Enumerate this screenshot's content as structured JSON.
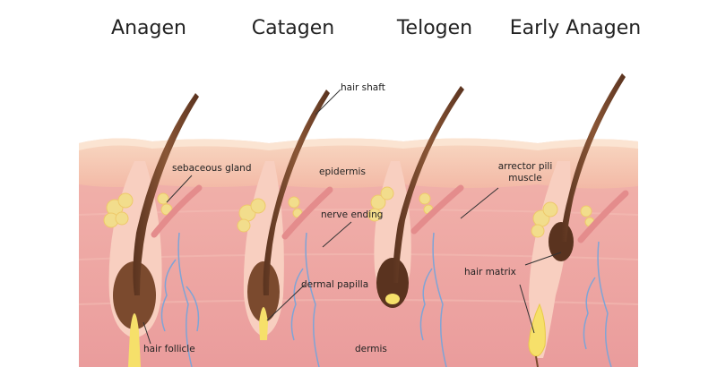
{
  "stages": [
    {
      "title": "Anagen"
    },
    {
      "title": "Catagen"
    },
    {
      "title": "Telogen"
    },
    {
      "title": "Early Anagen"
    }
  ],
  "labels": {
    "hair_shaft": "hair shaft",
    "sebaceous_gland": "sebaceous gland",
    "epidermis": "epidermis",
    "arrector_pili_muscle": "arrector pili muscle",
    "nerve_ending": "nerve ending",
    "hair_matrix": "hair matrix",
    "dermal_papilla": "dermal papilla",
    "hair_follicle": "hair follicle",
    "dermis": "dermis"
  },
  "colors": {
    "dermis": "#eea4a4",
    "epidermis": "#f6c2b4",
    "skin_surface": "#f8d8c2",
    "hair": "#7b4a2e",
    "hair_dark": "#4e2c1a",
    "follicle": "#f8cfc0",
    "papilla": "#f6e06a",
    "gland": "#f2dd8c",
    "nerve": "#7fa4d6",
    "muscle": "#e48c8c"
  }
}
